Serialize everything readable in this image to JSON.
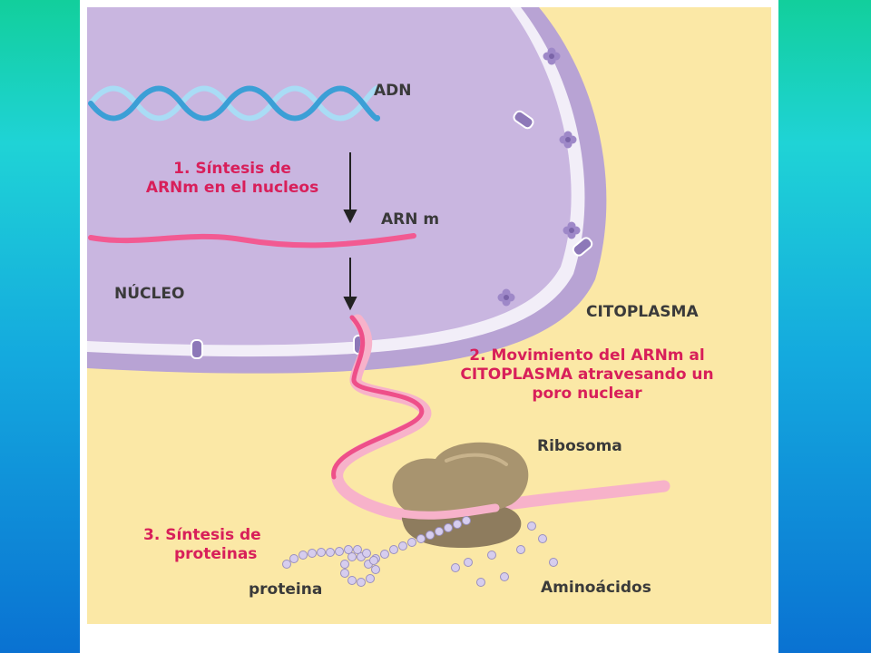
{
  "colors": {
    "background_top": "#12cf9c",
    "background_bottom": "#0a72d2",
    "cytoplasm": "#fbe8a6",
    "nucleus": "#c9b6e0",
    "membrane": "#b8a3d4",
    "mrna": "#f25a92",
    "dna_dark": "#3b9fd6",
    "dna_light": "#a9dcf5",
    "ribosome": "#9c8a6a",
    "amino_acid": "#d6cdee",
    "step_text": "#d81f5a",
    "label_text": "#3a3a3a"
  },
  "labels": {
    "dna": "ADN",
    "mrna": "ARN m",
    "nucleus": "NÚCLEO",
    "cytoplasm": "CITOPLASMA",
    "ribosome": "Ribosoma",
    "protein": "proteina",
    "amino_acids": "Aminoácidos"
  },
  "steps": {
    "step1": {
      "line1": "1. Síntesis de",
      "line2": "ARNm en el nucleos"
    },
    "step2": {
      "line1": "2. Movimiento del ARNm al",
      "line2": "CITOPLASMA atravesando un",
      "line3": "poro nuclear"
    },
    "step3": {
      "line1": "3. Síntesis de",
      "line2": "proteinas"
    }
  }
}
